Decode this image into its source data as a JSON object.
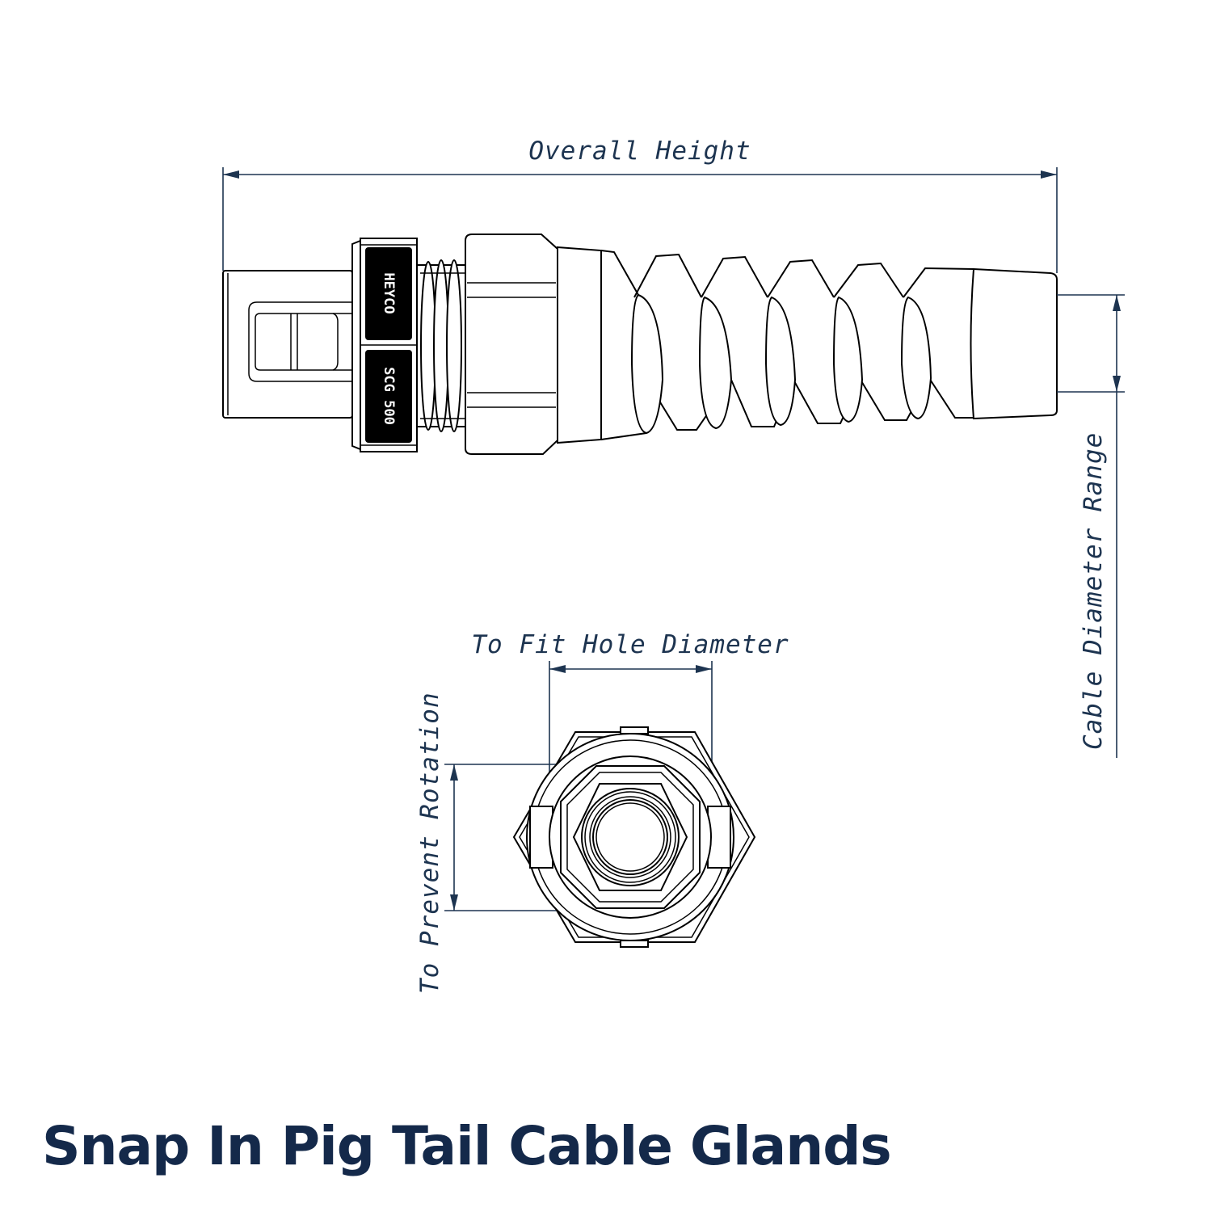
{
  "title": "Snap In Pig Tail Cable Glands",
  "dimensions": {
    "overall_height": "Overall Height",
    "cable_diameter_range": "Cable Diameter Range",
    "to_fit_hole_diameter": "To Fit Hole Diameter",
    "to_prevent_rotation": "To Prevent Rotation"
  },
  "part_markings": {
    "brand": "HEYCO",
    "model": "SCG 500"
  },
  "colors": {
    "title": "#14294a",
    "dimension": "#1d3450",
    "outline": "#000000"
  }
}
